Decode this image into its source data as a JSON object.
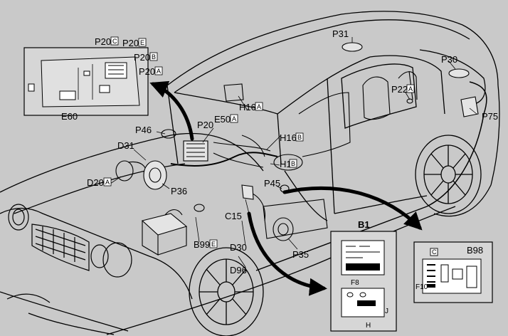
{
  "diagram": {
    "labels": {
      "P20C": "P20",
      "P20C_box": "C",
      "P20E": "P20",
      "P20E_box": "E",
      "P20B": "P20",
      "P20B_box": "B",
      "P20A": "P20",
      "P20A_box": "A",
      "E60": "E60",
      "P31": "P31",
      "P30": "P30",
      "P22A": "P22",
      "P22A_box": "A",
      "P75": "P75",
      "H16A": "H16",
      "H16A_box": "A",
      "E50A": "E50",
      "E50A_box": "A",
      "P20": "P20",
      "P46": "P46",
      "H16B": "H16",
      "H16B_box": "B",
      "H1B": "H1",
      "H1B_box": "B",
      "D31": "D31",
      "D20A": "D20",
      "D20A_box": "A",
      "P36": "P36",
      "P45": "P45",
      "C15": "C15",
      "B1": "B1",
      "B99E": "B99",
      "B99E_box": "E",
      "D30": "D30",
      "D96": "D96",
      "P35": "P35",
      "F8": "F8",
      "J": "J",
      "H": "H",
      "C_box": "C",
      "B98": "B98",
      "F10": "F10"
    }
  }
}
